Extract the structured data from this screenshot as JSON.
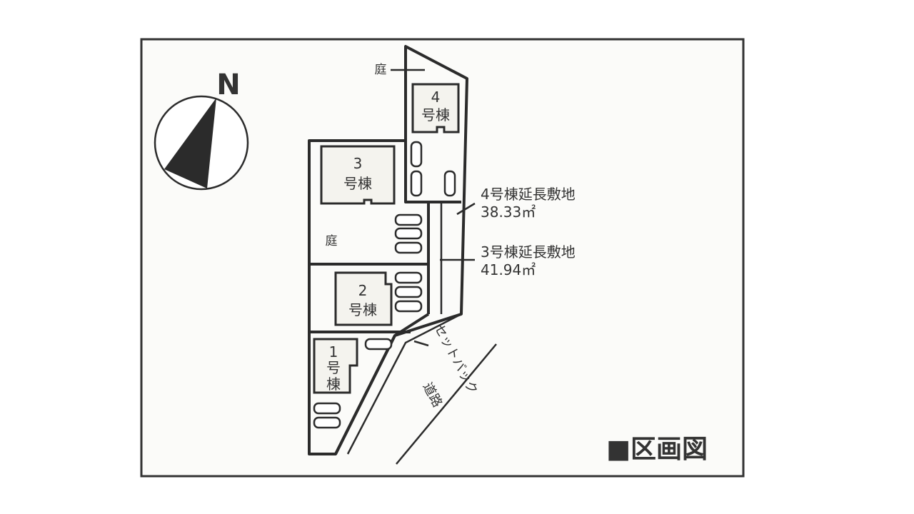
{
  "compass": {
    "north_label": "N"
  },
  "plan_title": "■区画図",
  "labels": {
    "garden_top": "庭",
    "garden_mid": "庭",
    "b1": [
      "1",
      "号",
      "棟"
    ],
    "b2": [
      "2",
      "号棟"
    ],
    "b3": [
      "3",
      "号棟"
    ],
    "b4": [
      "4",
      "号棟"
    ],
    "ext4_title": "4号棟延長敷地",
    "ext4_area": "38.33㎡",
    "ext3_title": "3号棟延長敷地",
    "ext3_area": "41.94㎡",
    "setback": "セットバック",
    "road": "道路"
  },
  "colors": {
    "ink": "#2b2b2b",
    "building_fill": "#f4f3ee",
    "paper": "#fbfbf9"
  }
}
